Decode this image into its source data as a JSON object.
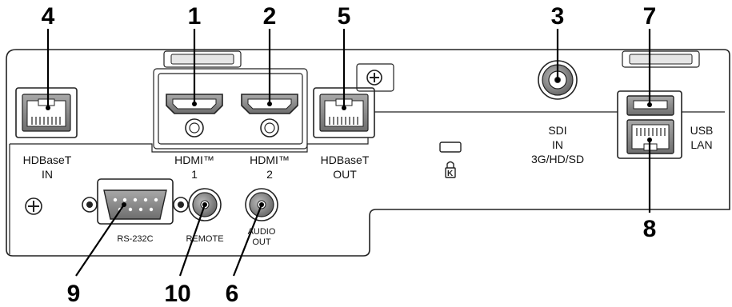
{
  "callouts": {
    "n1": "1",
    "n2": "2",
    "n3": "3",
    "n4": "4",
    "n5": "5",
    "n6": "6",
    "n7": "7",
    "n8": "8",
    "n9": "9",
    "n10": "10"
  },
  "labels": {
    "hdbaset_in_line1": "HDBaseT",
    "hdbaset_in_line2": "IN",
    "hdmi1_line1": "HDMI™",
    "hdmi1_line2": "1",
    "hdmi2_line1": "HDMI™",
    "hdmi2_line2": "2",
    "hdbaset_out_line1": "HDBaseT",
    "hdbaset_out_line2": "OUT",
    "sdi_line1": "SDI",
    "sdi_line2": "IN",
    "sdi_line3": "3G/HD/SD",
    "usb_lan_line1": "USB",
    "usb_lan_line2": "LAN",
    "rs232c": "RS-232C",
    "remote": "REMOTE",
    "audio_out_line1": "AUDIO",
    "audio_out_line2": "OUT"
  },
  "icons": {
    "lock": "kensington-lock-icon",
    "screw": "screw-icon"
  },
  "colors": {
    "port_fill": "#8a8a8a",
    "stroke": "#222222",
    "background": "#ffffff"
  }
}
